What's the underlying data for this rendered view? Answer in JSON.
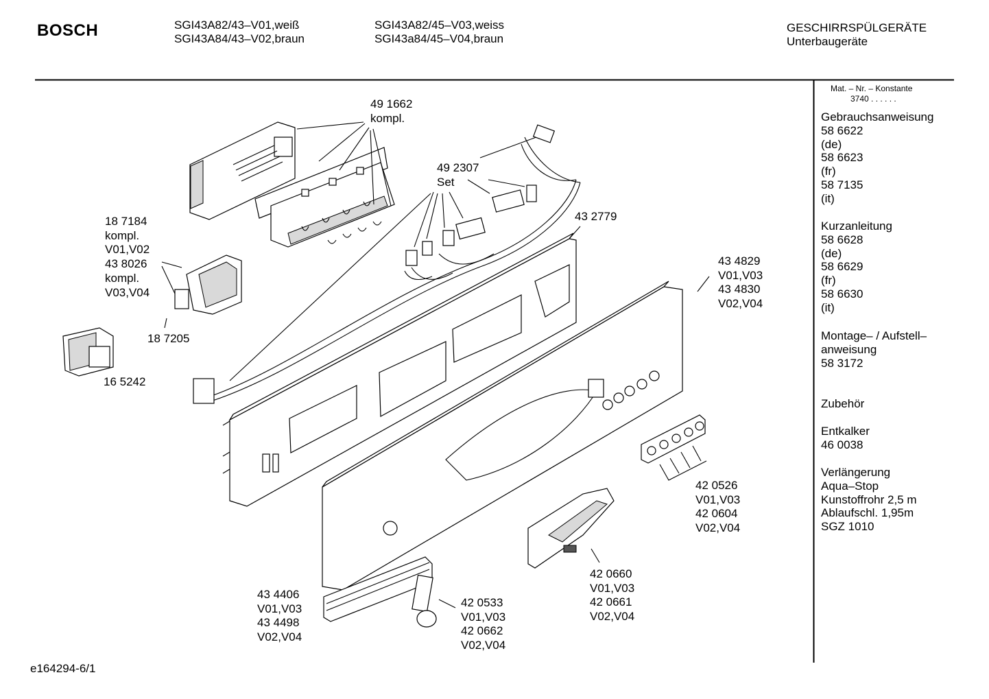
{
  "header": {
    "brand": "BOSCH",
    "models_col1": [
      "SGI43A82/43–V01,weiß",
      "SGI43A84/43–V02,braun"
    ],
    "models_col2": [
      "SGI43A82/45–V03,weiss",
      "SGI43a84/45–V04,braun"
    ],
    "category": [
      "GESCHIRRSPÜLGERÄTE",
      "Unterbaugeräte"
    ]
  },
  "sidebar": {
    "mat_header": "Mat. – Nr. – Konstante",
    "mat_value": "3740 . .  . . . .",
    "sections": [
      {
        "lines": [
          "Gebrauchsanweisung",
          "58 6622",
          "(de)",
          "58 6623",
          "(fr)",
          "58 7135",
          "(it)"
        ]
      },
      {
        "lines": [
          "Kurzanleitung",
          "58 6628",
          "(de)",
          "58 6629",
          "(fr)",
          "58 6630",
          "(it)"
        ]
      },
      {
        "lines": [
          "Montage– / Aufstell–",
          "anweisung",
          "58 3172"
        ]
      },
      {
        "lines": [
          "Zubehör"
        ]
      },
      {
        "lines": [
          "Entkalker",
          "46 0038"
        ]
      },
      {
        "lines": [
          "Verlängerung",
          "Aqua–Stop",
          "Kunstoffrohr 2,5 m",
          "Ablaufschl. 1,95m",
          "SGZ 1010"
        ]
      }
    ]
  },
  "callouts": {
    "c491662": [
      "49 1662",
      "kompl."
    ],
    "c492307": [
      "49 2307",
      "Set"
    ],
    "c432779": [
      "43 2779"
    ],
    "c187184": [
      "18 7184",
      "kompl.",
      "V01,V02",
      "43 8026",
      "kompl.",
      "V03,V04"
    ],
    "c187205": [
      "18 7205"
    ],
    "c165242": [
      "16 5242"
    ],
    "c434829": [
      "43 4829",
      "V01,V03",
      "43 4830",
      "V02,V04"
    ],
    "c420526": [
      "42 0526",
      "V01,V03",
      "42 0604",
      "V02,V04"
    ],
    "c420660": [
      "42 0660",
      "V01,V03",
      "42 0661",
      "V02,V04"
    ],
    "c434406": [
      "43 4406",
      "V01,V03",
      "43 4498",
      "V02,V04"
    ],
    "c420533": [
      "42 0533",
      "V01,V03",
      "42 0662",
      "V02,V04"
    ]
  },
  "footer": {
    "doc_id": "e164294-6/1"
  }
}
